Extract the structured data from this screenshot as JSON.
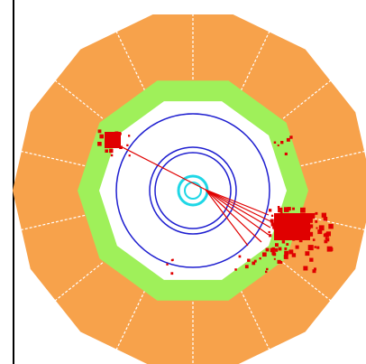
{
  "colors": {
    "background": "#ffffff",
    "frame_line": "#000000",
    "outer_calorimeter": "#f7a24b",
    "inner_calorimeter": "#9ff05a",
    "tracker": "#ffffff",
    "tracker_rings": "#1f1fd0",
    "beam_pipe": "#1fd7e6",
    "tracks": "#e00000",
    "energy_deposits": "#e00000",
    "sector_lines": "#ffffff"
  },
  "detector": {
    "outer_layer": {
      "sides": 14,
      "sectors": 14
    },
    "inner_layer": {
      "sides": 10
    },
    "tracker_rings": 3,
    "beam_pipe_rings": 2
  },
  "event": {
    "jets": [
      {
        "label": "",
        "direction_deg": 162,
        "tracks": 1
      },
      {
        "label": "",
        "direction_deg": -22,
        "tracks": 6
      }
    ]
  }
}
